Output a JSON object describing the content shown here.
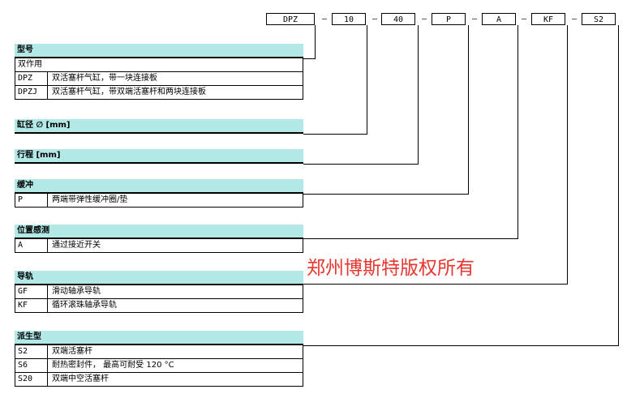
{
  "order_code": {
    "boxes": [
      "DPZ",
      "10",
      "40",
      "P",
      "A",
      "KF",
      "S2"
    ],
    "separator": "–"
  },
  "sections": {
    "model": {
      "title": "型号",
      "subtitle": "双作用",
      "rows": [
        {
          "code": "DPZ",
          "desc": "双活塞杆气缸，带一块连接板"
        },
        {
          "code": "DPZJ",
          "desc": "双活塞杆气缸，带双端活塞杆和两块连接板"
        }
      ]
    },
    "bore": {
      "title": "缸径 ∅ [mm]"
    },
    "stroke": {
      "title": "行程 [mm]"
    },
    "cushioning": {
      "title": "缓冲",
      "rows": [
        {
          "code": "P",
          "desc": "两端带弹性缓冲圈/垫"
        }
      ]
    },
    "position_sensing": {
      "title": "位置感测",
      "rows": [
        {
          "code": "A",
          "desc": "通过接近开关"
        }
      ]
    },
    "guide": {
      "title": "导轨",
      "rows": [
        {
          "code": "GF",
          "desc": "滑动轴承导轨"
        },
        {
          "code": "KF",
          "desc": "循环滚珠轴承导轨"
        }
      ]
    },
    "variants": {
      "title": "派生型",
      "rows": [
        {
          "code": "S2",
          "desc": "双端活塞杆"
        },
        {
          "code": "S6",
          "desc": "耐热密封件， 最高可耐受 120 °C"
        },
        {
          "code": "S20",
          "desc": "双端中空活塞杆"
        }
      ]
    }
  },
  "watermark": "郑州博斯特版权所有"
}
